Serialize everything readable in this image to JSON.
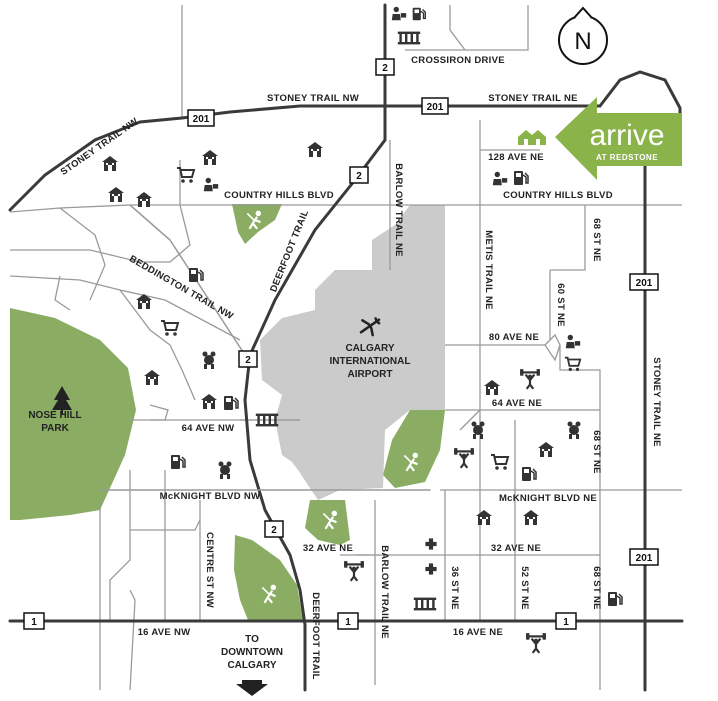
{
  "compass": {
    "letter": "N"
  },
  "brand": {
    "name": "arrive",
    "sub": "AT REDSTONE"
  },
  "colors": {
    "park": "#8aac63",
    "airport": "#cbcbcb",
    "brand": "#8ab34a",
    "road": "#3a3a3a",
    "minor": "#9a9a9a"
  },
  "parks": {
    "nose_hill_line1": "NOSE HILL",
    "nose_hill_line2": "PARK"
  },
  "airport": {
    "line1": "CALGARY",
    "line2": "INTERNATIONAL",
    "line3": "AIRPORT"
  },
  "roads": {
    "crossiron": "CROSSIRON DRIVE",
    "stoney_nw": "STONEY TRAIL NW",
    "stoney_nw_diag": "STONEY TRAIL NW",
    "stoney_ne": "STONEY TRAIL NE",
    "stoney_ne_vert": "STONEY TRAIL NE",
    "ave128": "128 AVE NE",
    "country_hills_w": "COUNTRY HILLS BLVD",
    "country_hills_e": "COUNTRY HILLS BLVD",
    "barlow_n": "BARLOW TRAIL NE",
    "barlow_s": "BARLOW TRAIL NE",
    "deerfoot_n": "DEERFOOT TRAIL",
    "deerfoot_s": "DEERFOOT TRAIL",
    "beddington": "BEDDINGTON TRAIL NW",
    "metis": "METIS TRAIL NE",
    "st68_n": "68 ST NE",
    "st68_mid": "68 ST NE",
    "st68_s": "68 ST NE",
    "st60": "60 ST NE",
    "ave80": "80 AVE NE",
    "ave64_ne": "64 AVE NE",
    "ave64_nw": "64 AVE NW",
    "mcknight_nw": "McKNIGHT BLVD NW",
    "mcknight_ne": "McKNIGHT BLVD NE",
    "ave32_w": "32 AVE NE",
    "ave32_e": "32 AVE NE",
    "centre": "CENTRE ST NW",
    "st36": "36 ST NE",
    "st52": "52 ST NE",
    "ave16_nw": "16 AVE NW",
    "ave16_ne": "16 AVE NE"
  },
  "downtown": {
    "line1": "TO",
    "line2": "DOWNTOWN",
    "line3": "CALGARY"
  },
  "shields": {
    "h201": "201",
    "h2": "2",
    "h1": "1"
  },
  "icons": [
    "school-icon",
    "shopping-cart-icon",
    "cafe-icon",
    "gas-station-icon",
    "golf-icon",
    "playground-icon",
    "fitness-icon",
    "hospital-icon",
    "bank-icon",
    "tree-icon",
    "airplane-icon",
    "home-icon",
    "compass-icon"
  ]
}
